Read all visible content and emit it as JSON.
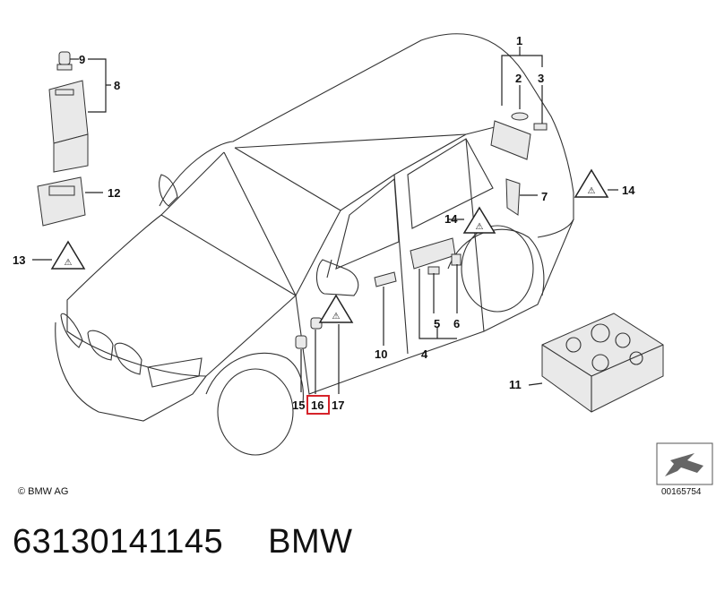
{
  "diagram": {
    "callouts": [
      "1",
      "2",
      "3",
      "4",
      "5",
      "6",
      "7",
      "8",
      "9",
      "10",
      "11",
      "12",
      "13",
      "14",
      "14",
      "15",
      "16",
      "17"
    ],
    "highlighted_callout": "16",
    "copyright": "© BMW AG",
    "drawing_number": "00165754",
    "highlight_color": "#d6232a"
  },
  "footer": {
    "part_number": "63130141145",
    "brand": "BMW"
  }
}
